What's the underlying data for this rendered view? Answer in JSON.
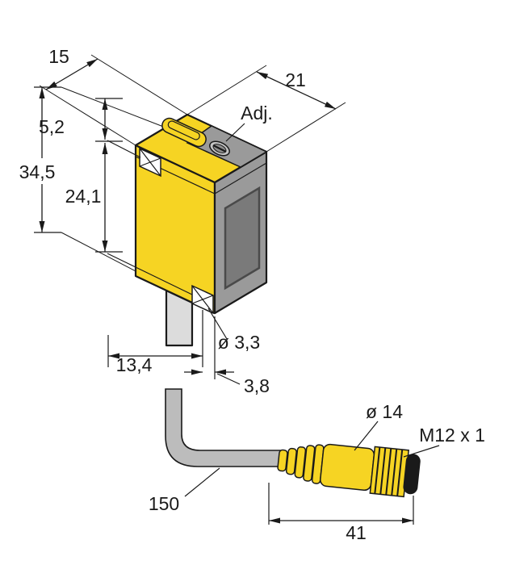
{
  "drawing": {
    "labels": {
      "dim_depth": "15",
      "dim_width": "21",
      "adjustment": "Adj.",
      "dim_top_hole_offset": "5,2",
      "dim_height": "34,5",
      "dim_hole_spacing": "24,1",
      "dim_bottom_width": "13,4",
      "mount_hole_diameter": "ø 3,3",
      "dim_hole_to_face": "3,8",
      "cable_length": "150",
      "connector_diameter": "ø 14",
      "connector_thread": "M12 x 1",
      "dim_connector_length": "41"
    },
    "colors": {
      "housing_yellow": "#f6d423",
      "housing_gray": "#9a9a9a",
      "lens_window": "#7a7a7a",
      "cable_gray": "#bcbcbc",
      "stub_gray": "#dcdcdc",
      "pot_gray": "#c4c4c4",
      "pot_inner": "#8f8f8f",
      "line_black": "#1a1a1a"
    }
  }
}
